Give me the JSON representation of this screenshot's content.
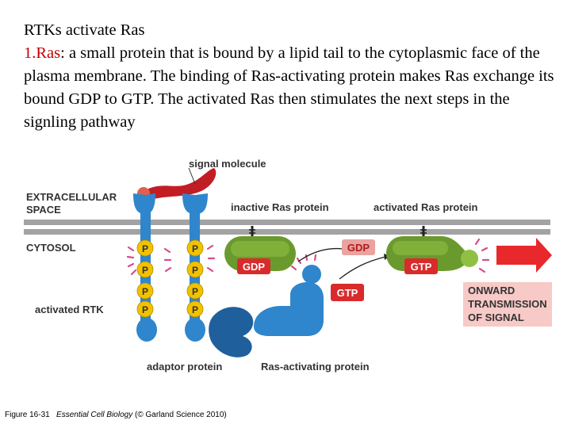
{
  "heading": "RTKs activate Ras",
  "paragraph": {
    "lead": "1.Ras",
    "body": ": a small protein that is bound by a lipid tail to the cytoplasmic face of the plasma membrane. The binding of Ras-activating protein makes Ras exchange its bound GDP to GTP. The activated Ras then stimulates the next steps in the signling pathway"
  },
  "figure": {
    "labels": {
      "signal_molecule": "signal molecule",
      "extracellular_line1": "EXTRACELLULAR",
      "extracellular_line2": "SPACE",
      "cytosol": "CYTOSOL",
      "inactive_ras": "inactive Ras protein",
      "activated_ras": "activated Ras protein",
      "activated_rtk": "activated RTK",
      "adaptor_protein": "adaptor protein",
      "ras_activating_protein": "Ras-activating protein",
      "onward_line1": "ONWARD",
      "onward_line2": "TRANSMISSION",
      "onward_line3": "OF SIGNAL"
    },
    "badges": {
      "gdp_bound": "GDP",
      "gdp_released": "GDP",
      "gtp_incoming": "GTP",
      "gtp_bound": "GTP",
      "phosphate": "P"
    },
    "colors": {
      "receptor": "#2f86cc",
      "ras": "#6a9a2e",
      "nucleotide": "#d92b2b",
      "phosphate": "#f2c200",
      "membrane": "#9a9a9a",
      "signal": "#c21d25",
      "output_arrow": "#e8282b",
      "output_box": "#f7c9c7"
    }
  },
  "caption": {
    "figure_no": "Figure 16-31",
    "book": "Essential Cell Biology",
    "credit": "(© Garland Science 2010)"
  }
}
